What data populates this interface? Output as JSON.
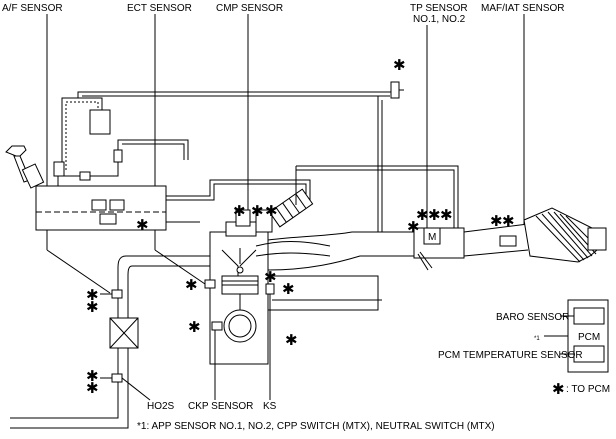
{
  "labels": {
    "af_sensor": "A/F SENSOR",
    "ect_sensor": "ECT SENSOR",
    "cmp_sensor": "CMP SENSOR",
    "tp_sensor_line1": "TP SENSOR",
    "tp_sensor_line2": "NO.1, NO.2",
    "maf_iat_sensor": "MAF/IAT SENSOR",
    "baro_sensor": "BARO SENSOR",
    "pcm": "PCM",
    "pcm_note_mark": "*1",
    "pcm_temp_sensor": "PCM TEMPERATURE SENSOR",
    "to_pcm_legend": ": TO PCM",
    "ho2s": "HO2S",
    "ckp_sensor": "CKP SENSOR",
    "ks": "KS",
    "tp_marker": "M",
    "footnote": "*1: APP SENSOR NO.1, NO.2, CPP SWITCH (MTX), NEUTRAL SWITCH (MTX)"
  },
  "asterisk": "✱"
}
